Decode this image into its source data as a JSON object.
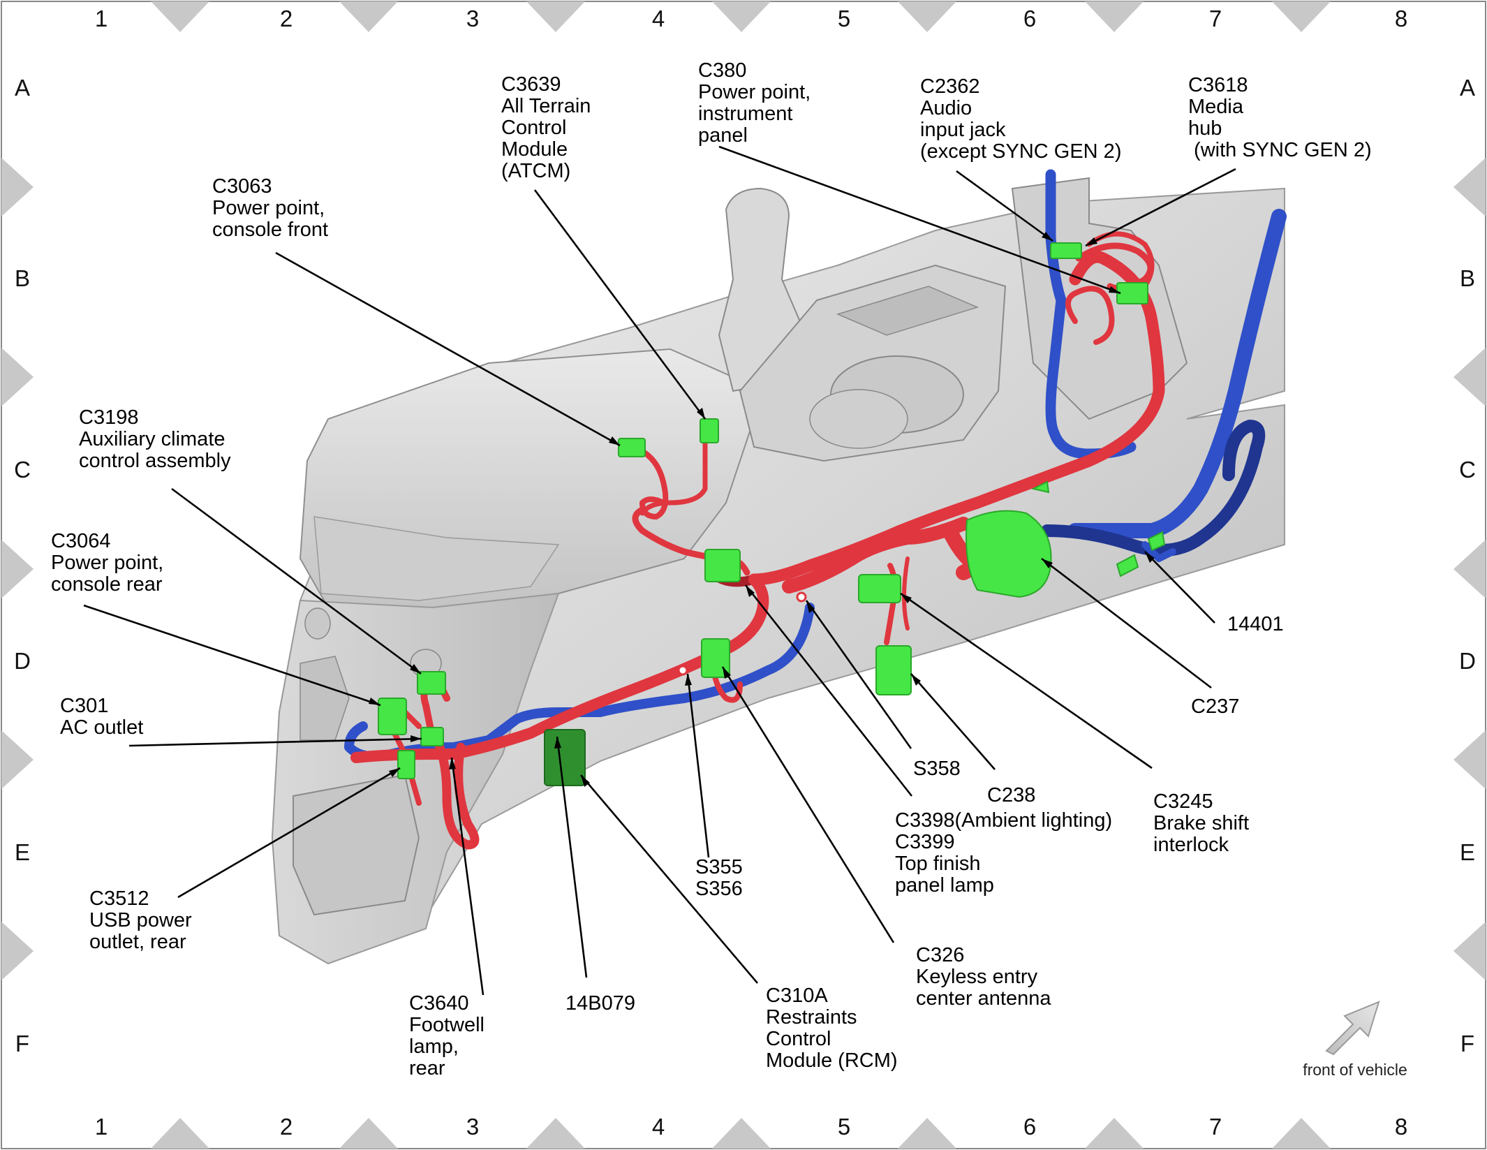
{
  "grid": {
    "columns": [
      "1",
      "2",
      "3",
      "4",
      "5",
      "6",
      "7",
      "8"
    ],
    "rows": [
      "A",
      "B",
      "C",
      "D",
      "E",
      "F"
    ]
  },
  "labels": {
    "c3639": [
      "C3639",
      "All Terrain",
      "Control",
      "Module",
      "(ATCM)"
    ],
    "c380": [
      "C380",
      "Power point,",
      "instrument",
      "panel"
    ],
    "c2362": [
      "C2362",
      "Audio",
      "input jack",
      "(except SYNC GEN 2)"
    ],
    "c3618": [
      "C3618",
      "Media",
      "hub",
      " (with SYNC GEN 2)"
    ],
    "c3063": [
      "C3063",
      "Power point,",
      "console front"
    ],
    "c3198": [
      "C3198",
      "Auxiliary climate",
      "control assembly"
    ],
    "c3064": [
      "C3064",
      "Power point,",
      "console rear"
    ],
    "c301": [
      "C301",
      "AC outlet"
    ],
    "c3512": [
      "C3512",
      "USB power",
      "outlet, rear"
    ],
    "c3640": [
      "C3640",
      "Footwell",
      "lamp,",
      "rear"
    ],
    "n14b079": [
      "14B079"
    ],
    "c310a": [
      "C310A",
      "Restraints",
      "Control",
      "Module (RCM)"
    ],
    "s355": [
      "S355",
      "S356"
    ],
    "c326": [
      "C326",
      "Keyless entry",
      "center antenna"
    ],
    "c3398": [
      "C3398(Ambient lighting)",
      "C3399",
      "Top finish",
      "panel lamp"
    ],
    "c238": [
      "C238"
    ],
    "s358": [
      "S358"
    ],
    "c3245": [
      "C3245",
      "Brake shift",
      "interlock"
    ],
    "c237": [
      "C237"
    ],
    "n14401": [
      "14401"
    ]
  },
  "front_of_vehicle": "front of vehicle",
  "colors": {
    "wire_red": "#e0363f",
    "wire_blue": "#2f50c8",
    "connector_green": "#46e646",
    "console_gray": "#d4d4d4",
    "border_triangle": "#c8c8c8"
  }
}
